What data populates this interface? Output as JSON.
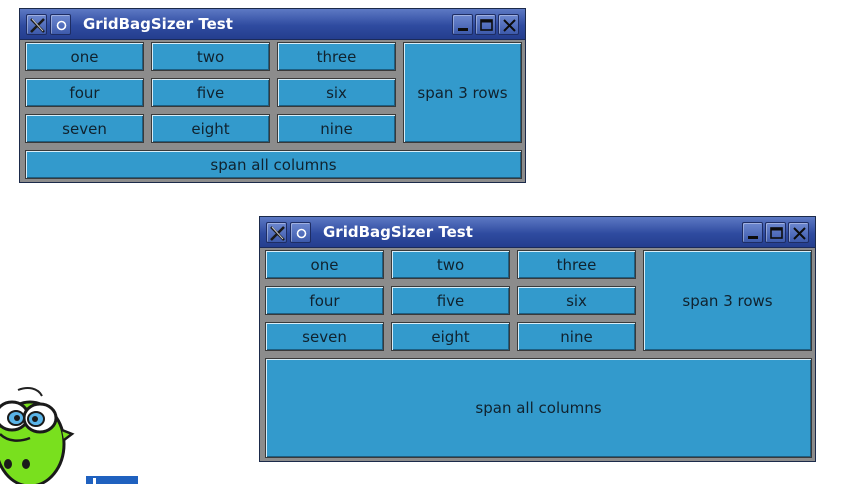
{
  "colors": {
    "titlebar": "#2f4ba0",
    "button_fill": "#339acc",
    "window_bg": "#8c8c8c",
    "mascot_green": "#79e01e"
  },
  "windows": [
    {
      "title": "GridBagSizer Test",
      "buttons": [
        "one",
        "two",
        "three",
        "four",
        "five",
        "six",
        "seven",
        "eight",
        "nine"
      ],
      "span_rows_label": "span 3 rows",
      "span_cols_label": "span all columns"
    },
    {
      "title": "GridBagSizer Test",
      "buttons": [
        "one",
        "two",
        "three",
        "four",
        "five",
        "six",
        "seven",
        "eight",
        "nine"
      ],
      "span_rows_label": "span 3 rows",
      "span_cols_label": "span all columns"
    }
  ],
  "titlebar_icons": [
    "x-menu-icon",
    "pin-icon",
    "minimize-icon",
    "maximize-icon",
    "close-icon"
  ],
  "desktop": {
    "mascot": "mascot-icon"
  }
}
